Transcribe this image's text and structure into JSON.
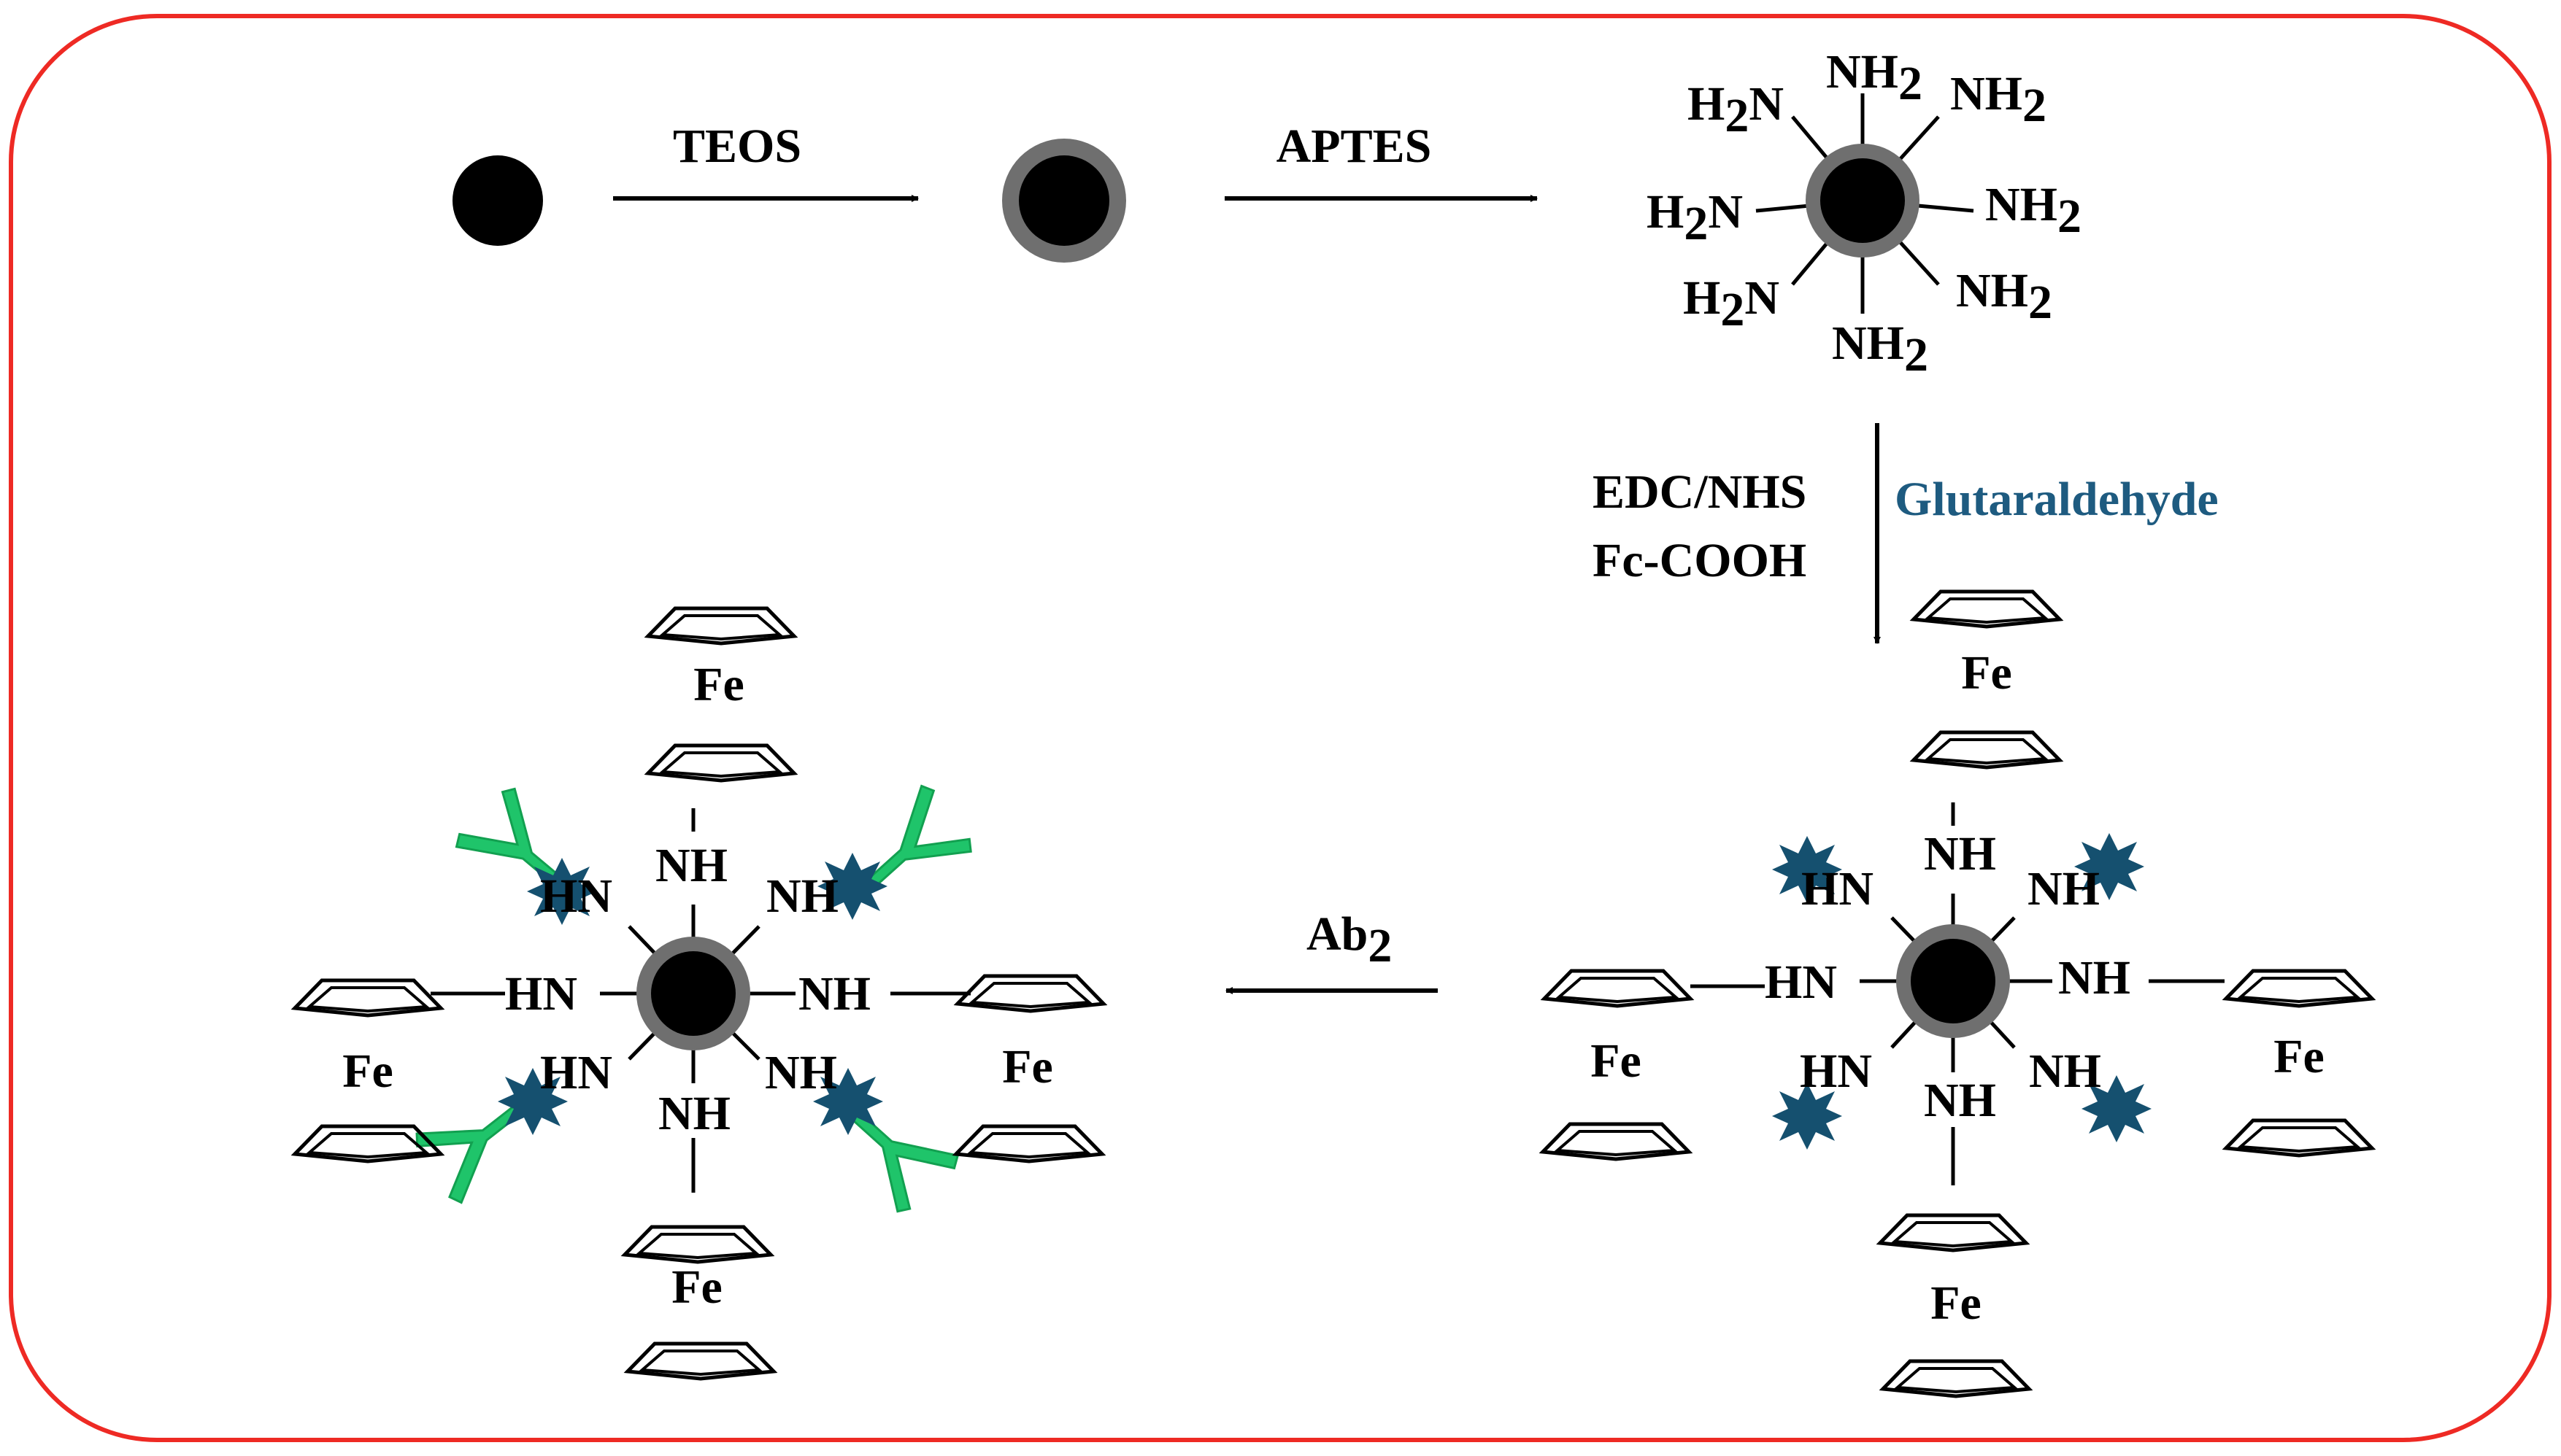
{
  "reagents": {
    "step1": "TEOS",
    "step2": "APTES",
    "step3_line1": "EDC/NHS",
    "step3_line2": "Fc-COOH",
    "step3_alt": "Glutaraldehyde",
    "step4_main": "Ab",
    "step4_sub": "2"
  },
  "groups": {
    "amine_main": "NH",
    "amine_sub": "2",
    "amine_left_main": "H",
    "amine_left_sub": "2",
    "amine_left_tail": "N",
    "imine": "NH",
    "imine_rev": "HN",
    "iron": "Fe"
  },
  "colors": {
    "border": "#ee2a24",
    "core": "#000000",
    "shell": "#6f6f6f",
    "glutaraldehyde_text": "#1e5b80",
    "linker_star": "#15506f",
    "antibody": "#1fc46a"
  },
  "icons": {
    "antibody": "antibody-y-icon",
    "star": "glutaraldehyde-star-icon",
    "ferrocene": "cyclopentadienyl-ring-icon"
  }
}
